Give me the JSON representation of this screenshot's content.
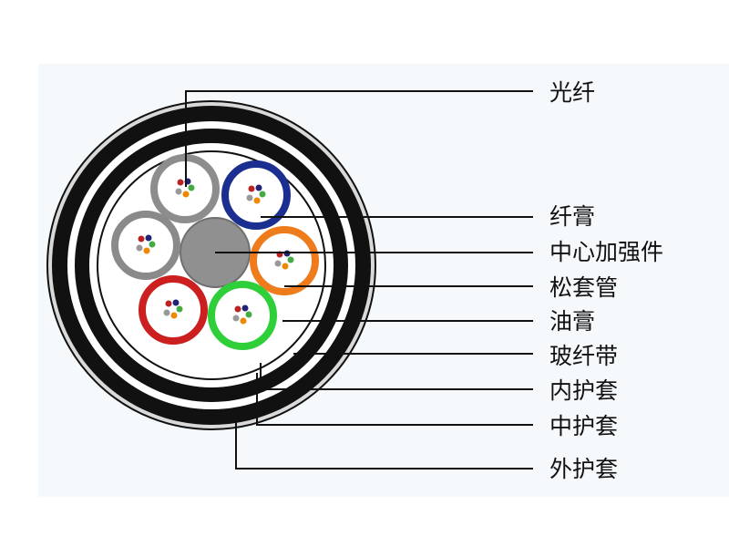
{
  "labels": {
    "fiber": "光纤",
    "fiber_paste": "纤膏",
    "central_strength_member": "中心加强件",
    "loose_tube": "松套管",
    "filling_compound": "油膏",
    "glass_fiber_tape": "玻纤带",
    "inner_sheath": "内护套",
    "middle_sheath": "中护套",
    "outer_sheath": "外护套"
  },
  "colors": {
    "outer_sheath": "#111111",
    "armor_band": "#8d8d8d",
    "gap_white": "#ffffff",
    "tube_blue": "#1a2f8f",
    "tube_orange": "#ef7c1c",
    "tube_green": "#2fcf3a",
    "tube_red": "#cc1f1f",
    "tube_gray": "#8a8a8a",
    "tube_white": "#ffffff",
    "strength_member": "#8f8f8f",
    "leader_line": "#111111"
  }
}
